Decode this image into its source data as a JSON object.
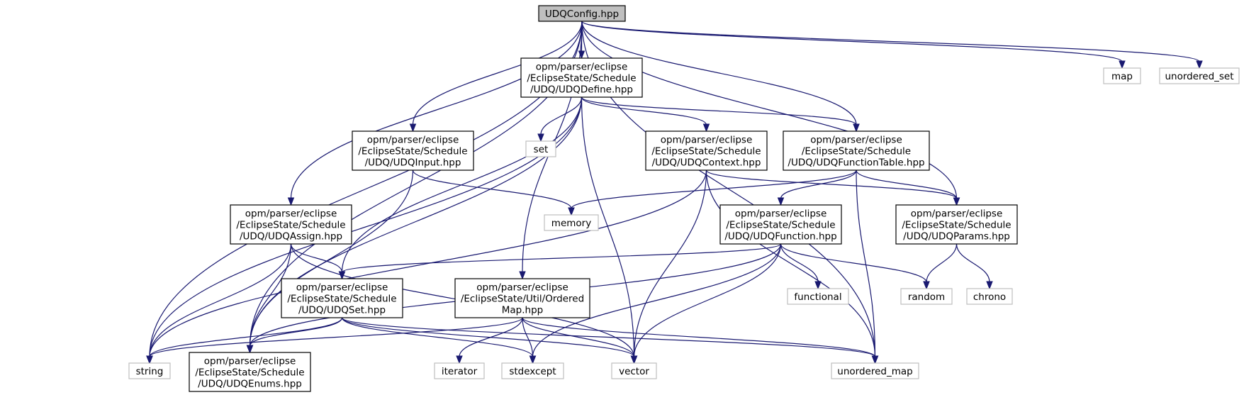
{
  "nodes": [
    {
      "id": "udqconfig",
      "lines": [
        "UDQConfig.hpp"
      ]
    },
    {
      "id": "udqdefine",
      "lines": [
        "opm/parser/eclipse",
        "/EclipseState/Schedule",
        "/UDQ/UDQDefine.hpp"
      ]
    },
    {
      "id": "map",
      "lines": [
        "map"
      ]
    },
    {
      "id": "unordered_set",
      "lines": [
        "unordered_set"
      ]
    },
    {
      "id": "udqinput",
      "lines": [
        "opm/parser/eclipse",
        "/EclipseState/Schedule",
        "/UDQ/UDQInput.hpp"
      ]
    },
    {
      "id": "set",
      "lines": [
        "set"
      ]
    },
    {
      "id": "udqcontext",
      "lines": [
        "opm/parser/eclipse",
        "/EclipseState/Schedule",
        "/UDQ/UDQContext.hpp"
      ]
    },
    {
      "id": "udqfunctiontable",
      "lines": [
        "opm/parser/eclipse",
        "/EclipseState/Schedule",
        "/UDQ/UDQFunctionTable.hpp"
      ]
    },
    {
      "id": "udqassign",
      "lines": [
        "opm/parser/eclipse",
        "/EclipseState/Schedule",
        "/UDQ/UDQAssign.hpp"
      ]
    },
    {
      "id": "memory",
      "lines": [
        "memory"
      ]
    },
    {
      "id": "udqfunction",
      "lines": [
        "opm/parser/eclipse",
        "/EclipseState/Schedule",
        "/UDQ/UDQFunction.hpp"
      ]
    },
    {
      "id": "udqparams",
      "lines": [
        "opm/parser/eclipse",
        "/EclipseState/Schedule",
        "/UDQ/UDQParams.hpp"
      ]
    },
    {
      "id": "udqset",
      "lines": [
        "opm/parser/eclipse",
        "/EclipseState/Schedule",
        "/UDQ/UDQSet.hpp"
      ]
    },
    {
      "id": "orderedmap",
      "lines": [
        "opm/parser/eclipse",
        "/EclipseState/Util/Ordered",
        "Map.hpp"
      ]
    },
    {
      "id": "functional",
      "lines": [
        "functional"
      ]
    },
    {
      "id": "random",
      "lines": [
        "random"
      ]
    },
    {
      "id": "chrono",
      "lines": [
        "chrono"
      ]
    },
    {
      "id": "string",
      "lines": [
        "string"
      ]
    },
    {
      "id": "udqenums",
      "lines": [
        "opm/parser/eclipse",
        "/EclipseState/Schedule",
        "/UDQ/UDQEnums.hpp"
      ]
    },
    {
      "id": "iterator",
      "lines": [
        "iterator"
      ]
    },
    {
      "id": "stdexcept",
      "lines": [
        "stdexcept"
      ]
    },
    {
      "id": "vector",
      "lines": [
        "vector"
      ]
    },
    {
      "id": "unordered_map",
      "lines": [
        "unordered_map"
      ]
    }
  ],
  "edges": [
    [
      "udqconfig",
      "udqdefine"
    ],
    [
      "udqconfig",
      "udqinput"
    ],
    [
      "udqconfig",
      "udqfunctiontable"
    ],
    [
      "udqconfig",
      "udqassign"
    ],
    [
      "udqconfig",
      "orderedmap"
    ],
    [
      "udqconfig",
      "udqparams"
    ],
    [
      "udqconfig",
      "udqenums"
    ],
    [
      "udqconfig",
      "string"
    ],
    [
      "udqconfig",
      "map"
    ],
    [
      "udqconfig",
      "unordered_set"
    ],
    [
      "udqconfig",
      "unordered_map"
    ],
    [
      "udqdefine",
      "set"
    ],
    [
      "udqdefine",
      "udqcontext"
    ],
    [
      "udqdefine",
      "udqfunctiontable"
    ],
    [
      "udqdefine",
      "udqset"
    ],
    [
      "udqdefine",
      "string"
    ],
    [
      "udqdefine",
      "udqenums"
    ],
    [
      "udqdefine",
      "vector"
    ],
    [
      "udqinput",
      "memory"
    ],
    [
      "udqinput",
      "udqenums"
    ],
    [
      "udqcontext",
      "udqparams"
    ],
    [
      "udqcontext",
      "string"
    ],
    [
      "udqcontext",
      "vector"
    ],
    [
      "udqcontext",
      "unordered_map"
    ],
    [
      "udqfunctiontable",
      "udqfunction"
    ],
    [
      "udqfunctiontable",
      "udqparams"
    ],
    [
      "udqfunctiontable",
      "memory"
    ],
    [
      "udqfunctiontable",
      "unordered_map"
    ],
    [
      "udqassign",
      "udqset"
    ],
    [
      "udqassign",
      "string"
    ],
    [
      "udqassign",
      "udqenums"
    ],
    [
      "udqassign",
      "vector"
    ],
    [
      "udqfunction",
      "udqset"
    ],
    [
      "udqfunction",
      "functional"
    ],
    [
      "udqfunction",
      "random"
    ],
    [
      "udqfunction",
      "udqenums"
    ],
    [
      "udqfunction",
      "stdexcept"
    ],
    [
      "udqfunction",
      "vector"
    ],
    [
      "udqparams",
      "random"
    ],
    [
      "udqparams",
      "chrono"
    ],
    [
      "udqset",
      "string"
    ],
    [
      "udqset",
      "udqenums"
    ],
    [
      "udqset",
      "stdexcept"
    ],
    [
      "udqset",
      "vector"
    ],
    [
      "udqset",
      "unordered_map"
    ],
    [
      "orderedmap",
      "iterator"
    ],
    [
      "orderedmap",
      "stdexcept"
    ],
    [
      "orderedmap",
      "vector"
    ],
    [
      "orderedmap",
      "unordered_map"
    ],
    [
      "orderedmap",
      "string"
    ]
  ]
}
